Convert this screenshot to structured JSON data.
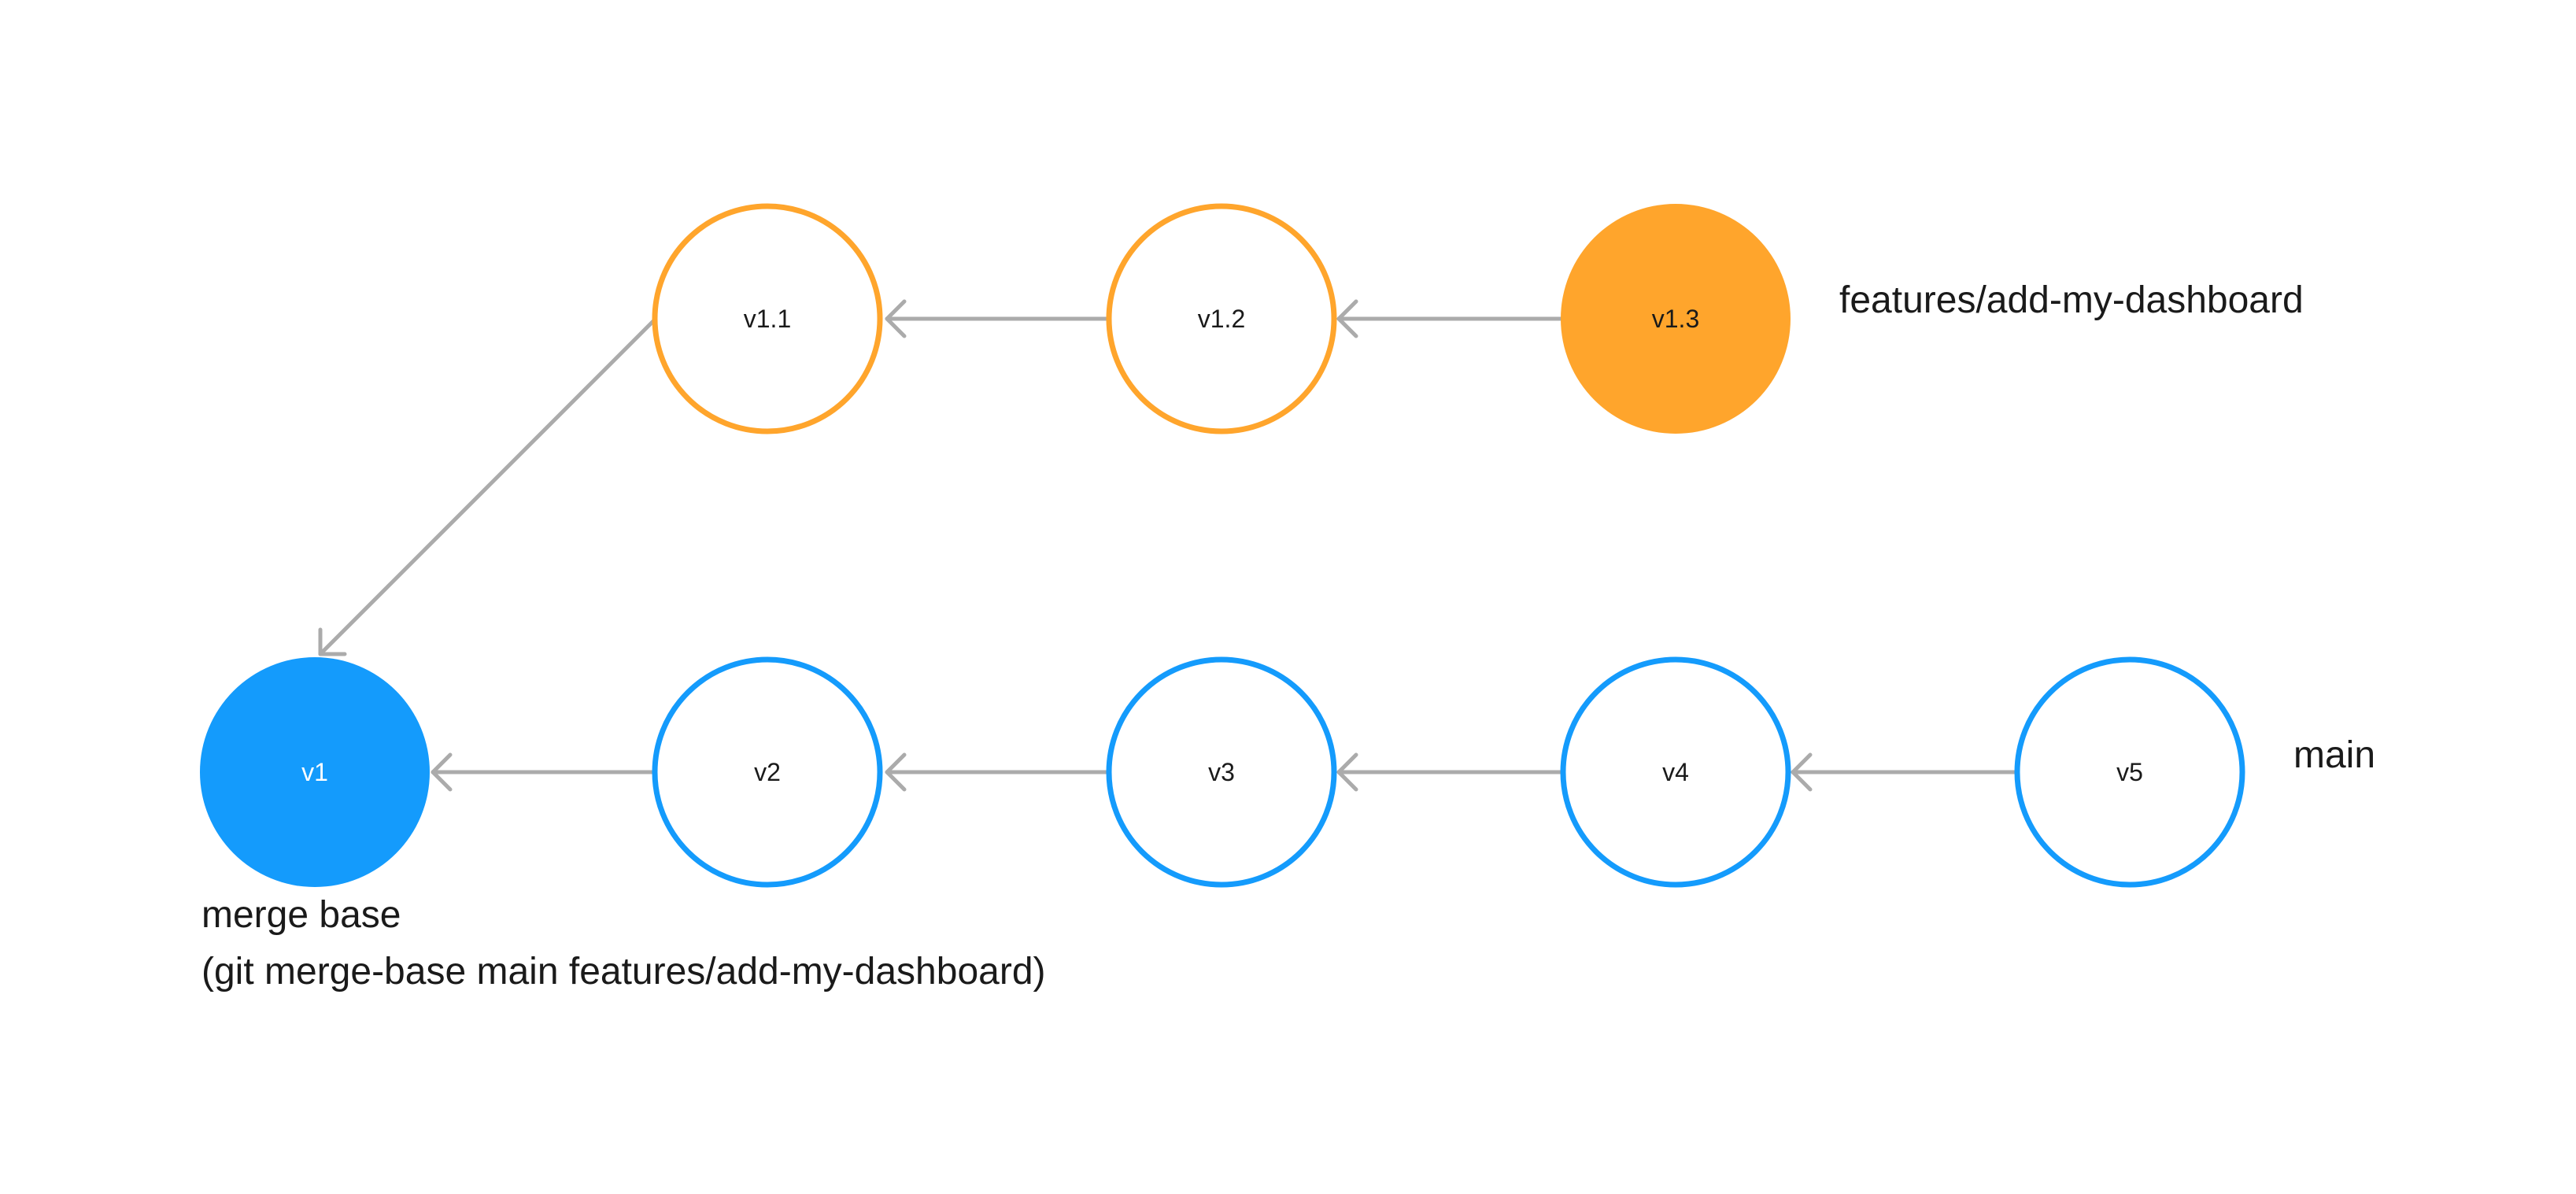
{
  "colors": {
    "feature_branch": "#ffa52c",
    "main_branch": "#149bfc",
    "edge": "#ababab"
  },
  "nodes": {
    "v1_1": {
      "label": "v1.1",
      "branch": "feature",
      "filled": false
    },
    "v1_2": {
      "label": "v1.2",
      "branch": "feature",
      "filled": false
    },
    "v1_3": {
      "label": "v1.3",
      "branch": "feature",
      "filled": true
    },
    "v1": {
      "label": "v1",
      "branch": "main",
      "filled": true
    },
    "v2": {
      "label": "v2",
      "branch": "main",
      "filled": false
    },
    "v3": {
      "label": "v3",
      "branch": "main",
      "filled": false
    },
    "v4": {
      "label": "v4",
      "branch": "main",
      "filled": false
    },
    "v5": {
      "label": "v5",
      "branch": "main",
      "filled": false
    }
  },
  "edges": [
    {
      "from": "v1.3",
      "to": "v1.2"
    },
    {
      "from": "v1.2",
      "to": "v1.1"
    },
    {
      "from": "v1.1",
      "to": "v1"
    },
    {
      "from": "v5",
      "to": "v4"
    },
    {
      "from": "v4",
      "to": "v3"
    },
    {
      "from": "v3",
      "to": "v2"
    },
    {
      "from": "v2",
      "to": "v1"
    }
  ],
  "branch_labels": {
    "feature": "features/add-my-dashboard",
    "main": "main"
  },
  "merge_base": {
    "title": "merge base",
    "command": "(git merge-base main features/add-my-dashboard)"
  }
}
